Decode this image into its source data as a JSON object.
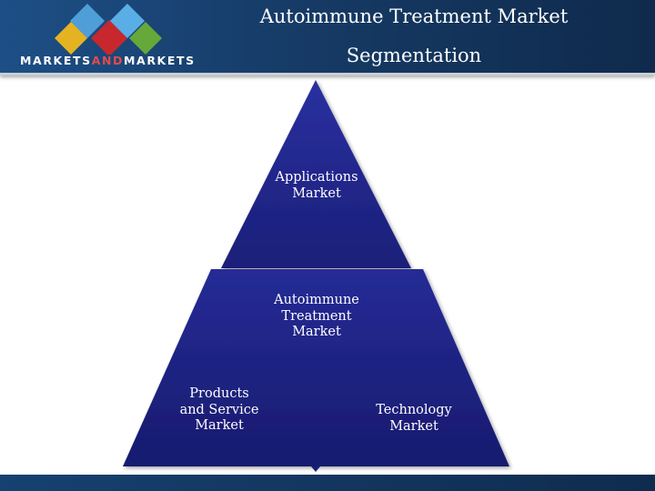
{
  "header": {
    "logo": {
      "part1": "MARKETS",
      "part2": "AND",
      "part3": "MARKETS",
      "icon": "four-diamond-logo-icon"
    },
    "title_line1": "Autoimmune Treatment Market",
    "title_line2": "Segmentation"
  },
  "pyramid": {
    "top": "Applications\nMarket",
    "center": "Autoimmune\nTreatment\nMarket",
    "left": "Products\nand Service\nMarket",
    "right": "Technology\nMarket"
  },
  "colors": {
    "header_blue": "#1d4f86",
    "pyramid_blue": "#1e2488",
    "pyramid_dark": "#15196a",
    "diamond_blue": "#4f9ed8",
    "diamond_yellow": "#e5b321",
    "diamond_red": "#c7282e",
    "diamond_green": "#67a83a"
  }
}
